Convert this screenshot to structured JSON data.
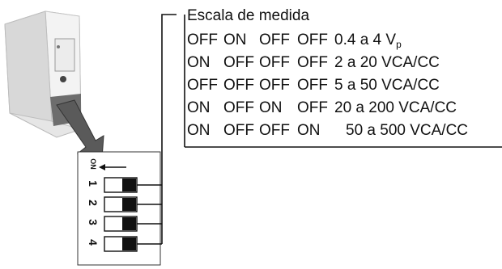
{
  "table": {
    "title": "Escala de medida",
    "rows": [
      {
        "s1": "OFF",
        "s2": "ON",
        "s3": "OFF",
        "s4": "OFF",
        "range": "0.4 a 4 V",
        "range_sub": "p"
      },
      {
        "s1": "ON",
        "s2": "OFF",
        "s3": "OFF",
        "s4": "OFF",
        "range": "2 a 20 VCA/CC",
        "range_sub": ""
      },
      {
        "s1": "OFF",
        "s2": "OFF",
        "s3": "OFF",
        "s4": "OFF",
        "range": "5 a 50 VCA/CC",
        "range_sub": ""
      },
      {
        "s1": "ON",
        "s2": "OFF",
        "s3": "ON",
        "s4": "OFF",
        "range": "20 a 200 VCA/CC",
        "range_sub": ""
      },
      {
        "s1": "ON",
        "s2": "OFF",
        "s3": "OFF",
        "s4": "ON",
        "range": "50 a 500 VCA/CC",
        "range_sub": ""
      }
    ]
  },
  "dip": {
    "on_label": "ON",
    "switches": [
      "1",
      "2",
      "3",
      "4"
    ]
  }
}
